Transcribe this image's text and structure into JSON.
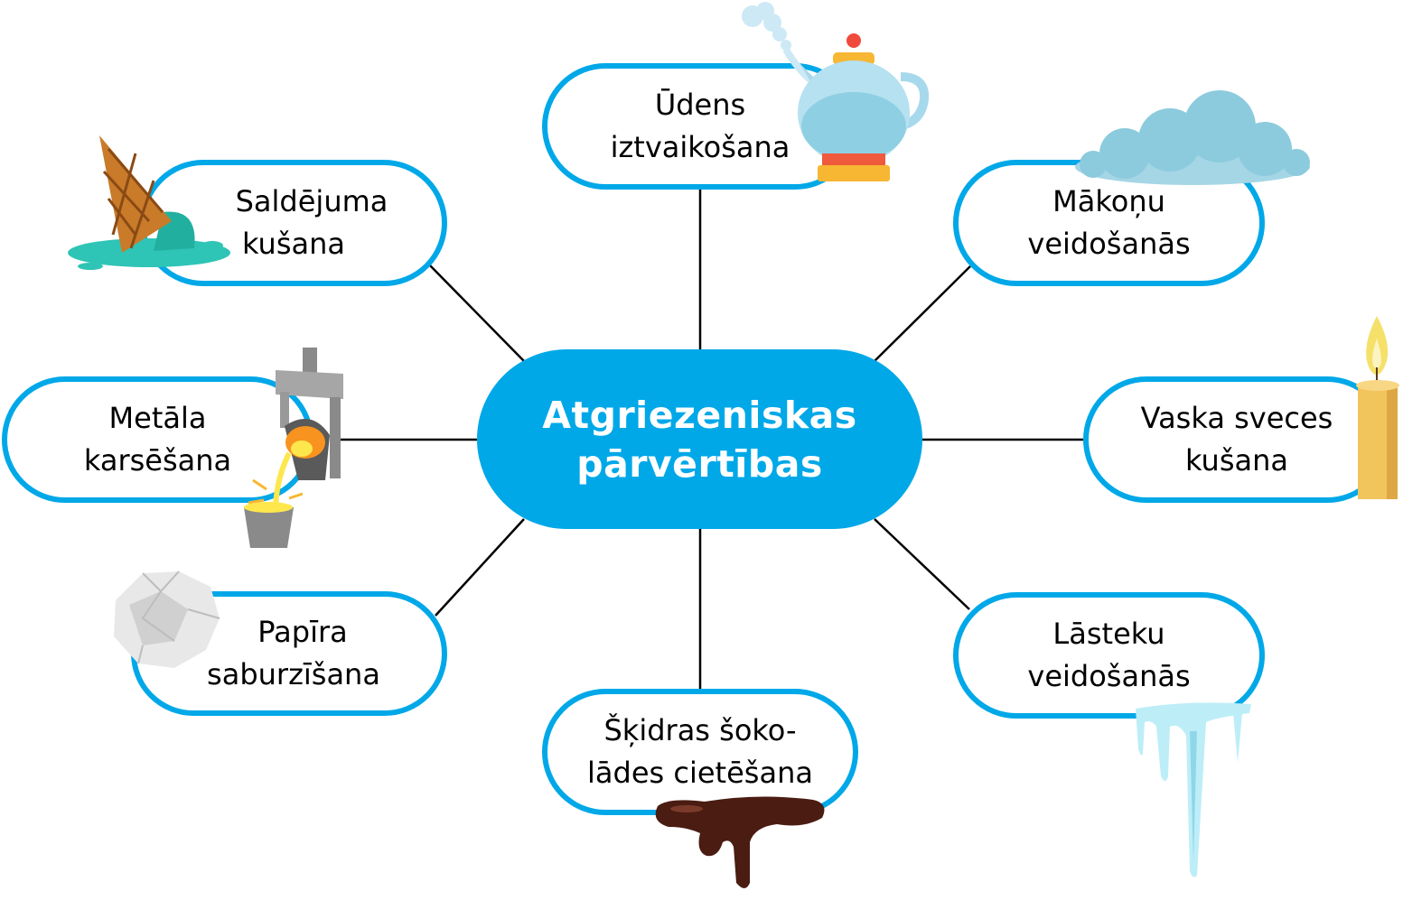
{
  "diagram": {
    "type": "mind-map",
    "colors": {
      "accent": "#00a8e8",
      "center_text": "#ffffff",
      "node_text": "#000000",
      "connector": "#000000"
    },
    "center": {
      "line1": "Atgriezeniskas",
      "line2": "pārvērtības"
    },
    "nodes": [
      {
        "id": "water",
        "line1": "Ūdens",
        "line2": "iztvaikošana",
        "illustration": "boiling-teapot-icon"
      },
      {
        "id": "icecream",
        "line1": "Saldējuma",
        "line2": "kušana",
        "illustration": "melting-ice-cream-icon"
      },
      {
        "id": "clouds",
        "line1": "Mākoņu",
        "line2": "veidošanās",
        "illustration": "cloud-icon"
      },
      {
        "id": "metal",
        "line1": "Metāla",
        "line2": "karsēšana",
        "illustration": "molten-metal-ladle-icon"
      },
      {
        "id": "candle",
        "line1": "Vaska sveces",
        "line2": "kušana",
        "illustration": "candle-icon"
      },
      {
        "id": "paper",
        "line1": "Papīra",
        "line2": "saburzīšana",
        "illustration": "crumpled-paper-icon"
      },
      {
        "id": "chocolate",
        "line1": "Šķidras šoko-",
        "line2": "lādes cietēšana",
        "illustration": "chocolate-drip-icon"
      },
      {
        "id": "icicles",
        "line1": "Lāsteku",
        "line2": "veidošanās",
        "illustration": "icicles-icon"
      }
    ]
  }
}
